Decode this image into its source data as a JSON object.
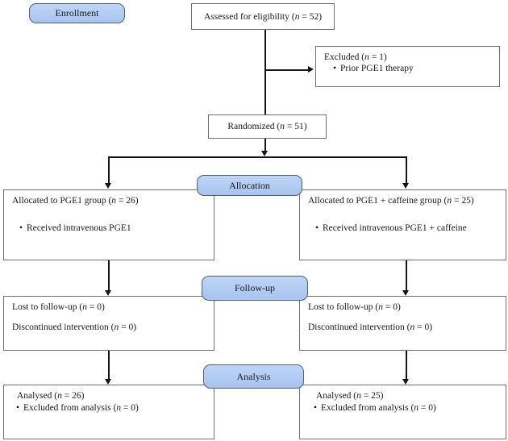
{
  "figure": {
    "type": "consort-flow-diagram",
    "stage_labels": {
      "enrollment": "Enrollment",
      "allocation": "Allocation",
      "followup": "Follow-up",
      "analysis": "Analysis"
    },
    "colors": {
      "badge_fill": "#b3ccf3",
      "badge_border": "#4e5d78",
      "box_border": "#6f6f6f",
      "line": "#151515",
      "background": "#ffffff"
    },
    "boxes": {
      "assessed": {
        "text": "Assessed for eligibility (n = 52)"
      },
      "excluded": {
        "title": "Excluded (n = 1)",
        "bullets": [
          "Prior PGE1 therapy"
        ]
      },
      "randomized": {
        "text": "Randomized (n = 51)"
      },
      "alloc_left": {
        "title": "Allocated to PGE1 group (n = 26)",
        "bullets": [
          "Received intravenous PGE1"
        ]
      },
      "alloc_right": {
        "title": "Allocated to PGE1 + caffeine group (n = 25)",
        "bullets": [
          "Received intravenous PGE1 + caffeine"
        ]
      },
      "followup_left": {
        "lines": [
          "Lost to follow-up (n = 0)",
          "Discontinued intervention (n = 0)"
        ]
      },
      "followup_right": {
        "lines": [
          "Lost to follow-up (n = 0)",
          "Discontinued intervention (n = 0)"
        ]
      },
      "analysed_left": {
        "title": "Analysed (n = 26)",
        "bullets": [
          "Excluded from analysis (n = 0)"
        ]
      },
      "analysed_right": {
        "title": "Analysed (n = 25)",
        "bullets": [
          "Excluded from analysis (n = 0)"
        ]
      }
    }
  }
}
